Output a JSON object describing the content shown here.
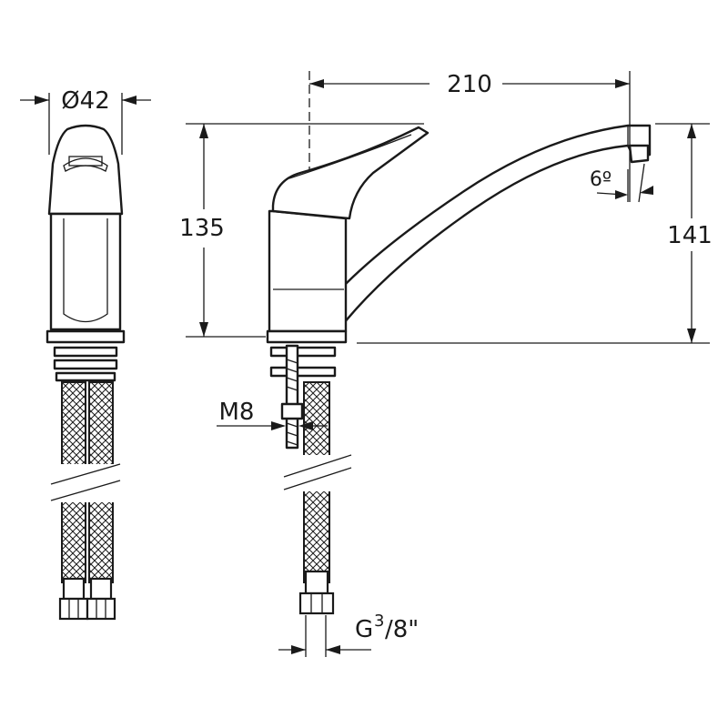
{
  "dimensions": {
    "diameter": "Ø42",
    "length": "210",
    "height_body": "135",
    "height_total": "141",
    "spout_angle": "6º",
    "thread": "M8",
    "connection_prefix": "G",
    "connection_numerator": "3",
    "connection_suffix": "/8\""
  }
}
